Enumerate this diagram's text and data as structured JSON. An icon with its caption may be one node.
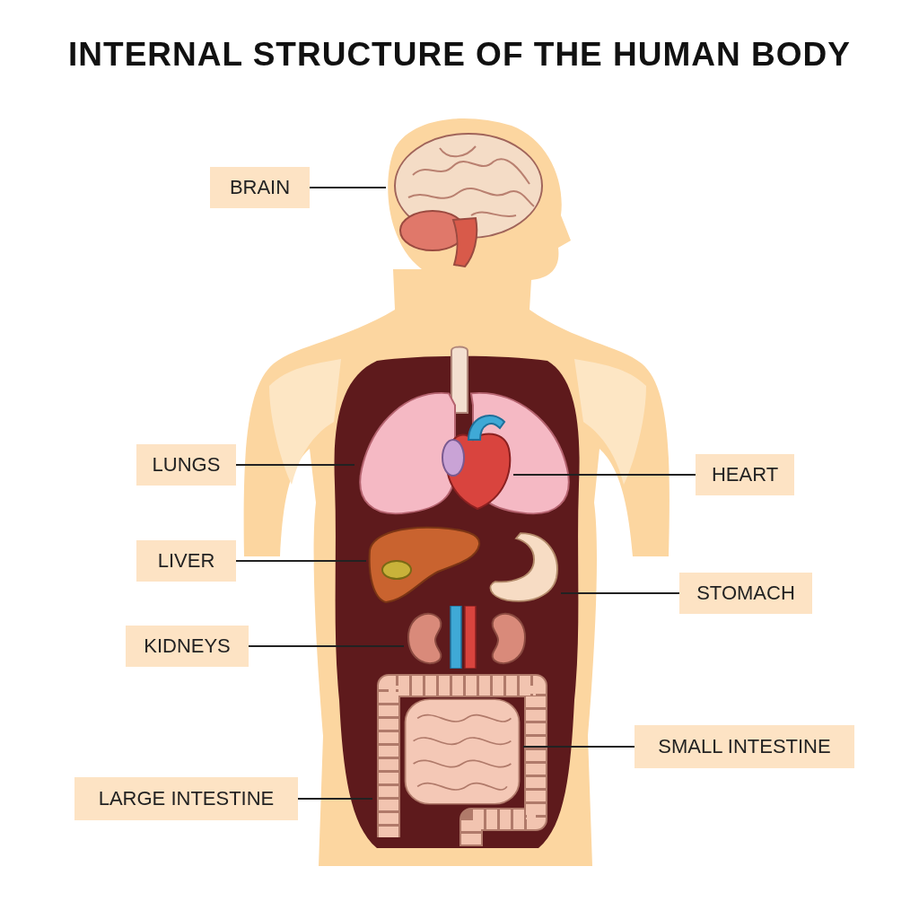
{
  "diagram": {
    "title": "INTERNAL STRUCTURE OF THE HUMAN BODY",
    "nodes": [
      {
        "text": [
          "BRAIN"
        ]
      },
      {
        "text": [],
        "shape": "picture"
      },
      {
        "text": [
          "LUNGS"
        ]
      },
      {
        "text": [],
        "shape": "picture"
      },
      {
        "text": [
          "HEART"
        ]
      },
      {
        "text": [],
        "shape": "picture",
        "in": 3
      },
      {
        "text": [
          "LIVER"
        ]
      },
      {
        "text": [],
        "shape": "picture"
      },
      {
        "text": [
          "STOMACH"
        ]
      },
      {
        "text": [],
        "shape": "picture"
      },
      {
        "text": [
          "KIDNEYS"
        ]
      },
      {
        "text": [],
        "shape": "picture"
      },
      {
        "text": [
          "SMALL INTESTINE"
        ]
      },
      {
        "text": [],
        "shape": "picture",
        "in": 15
      },
      {
        "text": [
          "LARGE INTESTINE"
        ]
      },
      {
        "text": [],
        "shape": "picture"
      }
    ],
    "edges": [
      {
        "from": 0,
        "to": 1,
        "arrow": "none"
      },
      {
        "from": 2,
        "to": 3,
        "arrow": "none"
      },
      {
        "from": 4,
        "to": 5,
        "arrow": "none"
      },
      {
        "from": 6,
        "to": 7,
        "arrow": "none"
      },
      {
        "from": 8,
        "to": 9,
        "arrow": "none"
      },
      {
        "from": 10,
        "to": 11,
        "arrow": "none"
      },
      {
        "from": 12,
        "to": 13,
        "arrow": "none"
      },
      {
        "from": 14,
        "to": 15,
        "arrow": "none"
      }
    ]
  }
}
